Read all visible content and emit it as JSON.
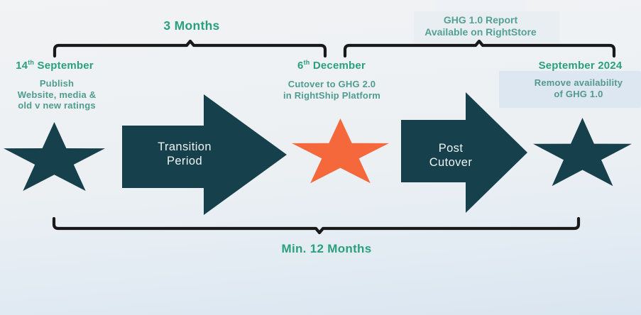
{
  "palette": {
    "green": "#2aa07d",
    "teal_text": "#4f9c90",
    "dark_shape": "#17404d",
    "orange": "#f4683c",
    "bracket": "#191919",
    "arrow_text": "#edf3f3",
    "background_top": "#f1f3f4",
    "background_bottom": "#d9e5f0"
  },
  "top": {
    "duration_label": "3 Months",
    "report_label": "GHG 1.0 Report\nAvailable on RightStore"
  },
  "milestones": [
    {
      "date_day": "14",
      "date_suffix": "th",
      "date_rest": " September",
      "description": "Publish\nWebsite, media &\nold v new ratings"
    },
    {
      "date_day": "6",
      "date_suffix": "th",
      "date_rest": " December",
      "description": "Cutover to GHG 2.0\nin RightShip Platform"
    },
    {
      "date_day": "",
      "date_suffix": "",
      "date_rest": "September 2024",
      "description": "Remove availability\nof GHG 1.0"
    }
  ],
  "arrows": [
    {
      "label": "Transition\nPeriod"
    },
    {
      "label": "Post\nCutover"
    }
  ],
  "bottom": {
    "duration_label": "Min. 12 Months"
  }
}
